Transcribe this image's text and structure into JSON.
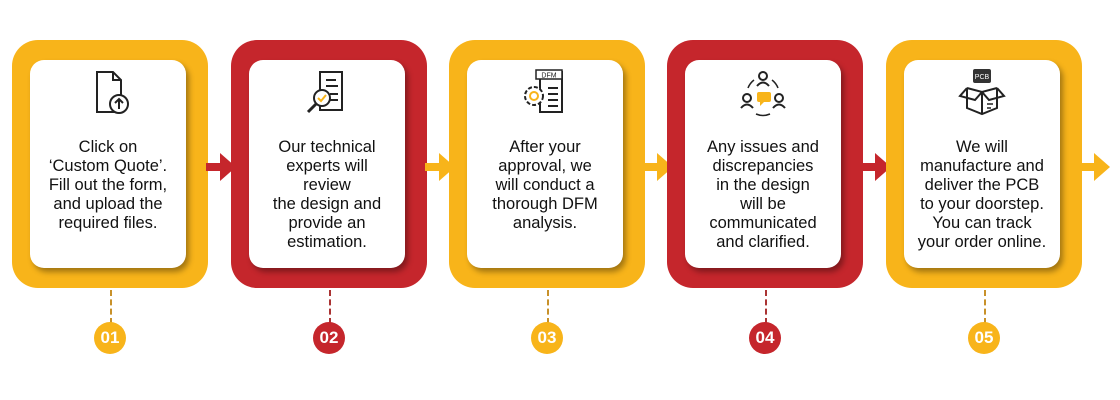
{
  "colors": {
    "yellow": "#f8b41a",
    "red": "#c5262c",
    "dash_yellow": "#c8912a",
    "dash_red": "#a33"
  },
  "steps": [
    {
      "number": "01",
      "color": "yellow",
      "icon": "file-upload-icon",
      "text": "Click on\n‘Custom Quote’.\nFill out the form,\nand upload the\nrequired files."
    },
    {
      "number": "02",
      "color": "red",
      "icon": "document-review-icon",
      "text": "Our technical\nexperts will\nreview\nthe design and\nprovide an\nestimation."
    },
    {
      "number": "03",
      "color": "yellow",
      "icon": "dfm-document-gear-icon",
      "icon_label": "DFM",
      "text": "After your\napproval,  we\nwill conduct a\nthorough DFM\nanalysis."
    },
    {
      "number": "04",
      "color": "red",
      "icon": "team-communication-icon",
      "text": "Any issues and\ndiscrepancies\nin the design\nwill be\ncommunicated\nand clarified."
    },
    {
      "number": "05",
      "color": "yellow",
      "icon": "pcb-box-icon",
      "icon_label": "PCB",
      "text": "We will\nmanufacture and\ndeliver the PCB\nto your doorstep.\nYou can track\nyour order online."
    }
  ]
}
